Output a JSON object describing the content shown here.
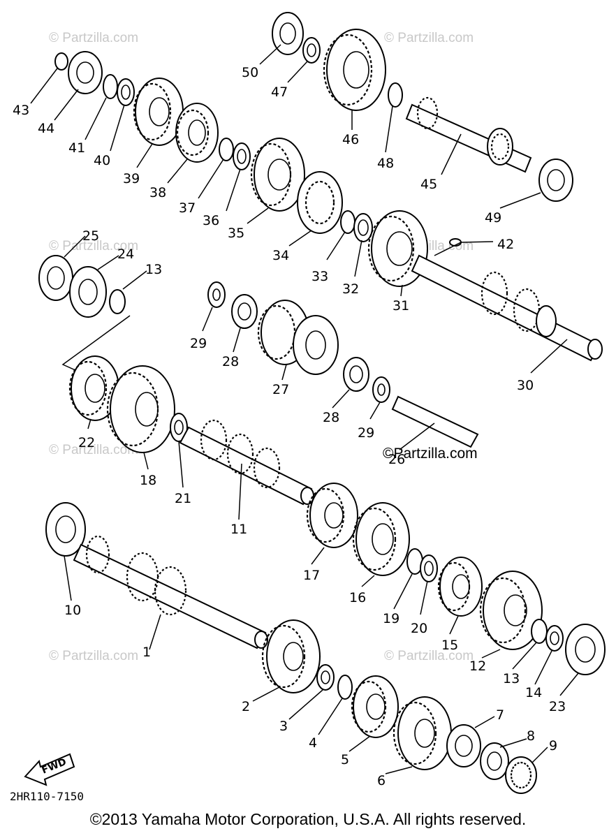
{
  "watermarks": [
    "© Partzilla.com",
    "© Partzilla.com",
    "© Partzilla.com",
    "© Partzilla.com",
    "© Partzilla.com",
    "© Partzilla.com",
    "© Partzilla.com"
  ],
  "watermark_dark": "©Partzilla.com",
  "callouts": [
    "50",
    "47",
    "43",
    "44",
    "41",
    "40",
    "39",
    "38",
    "37",
    "36",
    "35",
    "34",
    "33",
    "32",
    "31",
    "46",
    "48",
    "45",
    "49",
    "42",
    "25",
    "24",
    "13",
    "29",
    "28",
    "27",
    "30",
    "22",
    "18",
    "21",
    "28",
    "29",
    "26",
    "11",
    "10",
    "17",
    "16",
    "19",
    "20",
    "15",
    "12",
    "13",
    "14",
    "23",
    "1",
    "2",
    "3",
    "4",
    "5",
    "6",
    "7",
    "8",
    "9"
  ],
  "fwd_label": "FWD",
  "ref_code": "2HR110-7150",
  "copyright": "©2013 Yamaha Motor Corporation, U.S.A. All rights reserved."
}
